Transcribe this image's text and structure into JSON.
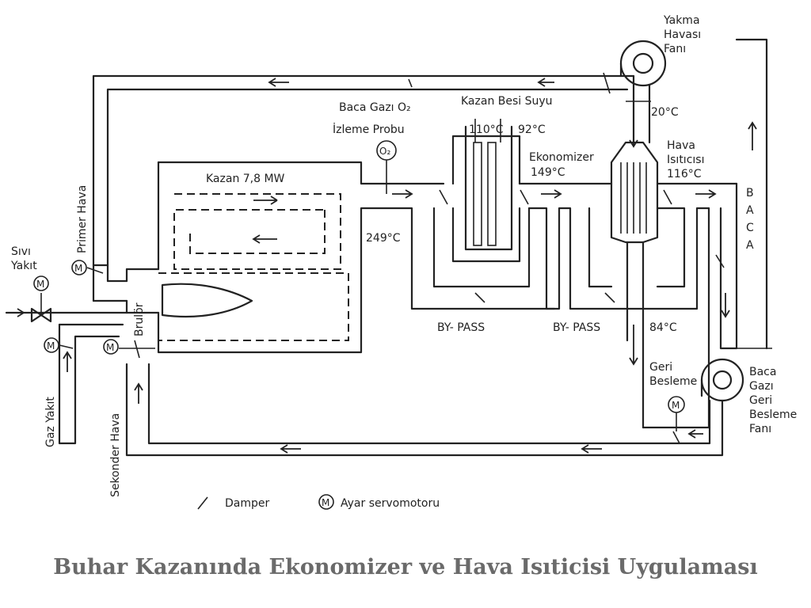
{
  "labels": {
    "yakma_havasi_fani": [
      "Yakma",
      "Havası",
      "Fanı"
    ],
    "temp_20": "20°C",
    "kazan_besi_suyu": "Kazan Besi Suyu",
    "baca_gazi_o2": "Baca Gazı O₂",
    "izleme_probu": "İzleme Probu",
    "temp_110": "110°C",
    "temp_92": "92°C",
    "ekonomizer": "Ekonomizer",
    "temp_149": "149°C",
    "hava_isiticisi": [
      "Hava",
      "Isıtıcısı"
    ],
    "temp_116": "116°C",
    "kazan": "Kazan   7,8 MW",
    "temp_249": "249°C",
    "baca": [
      "B",
      "A",
      "C",
      "A"
    ],
    "primer_hava": "Primer Hava",
    "sivi_yakit": [
      "Sıvı",
      "Yakıt"
    ],
    "brulor": "Brulör",
    "by_pass_1": "BY- PASS",
    "by_pass_2": "BY- PASS",
    "temp_84": "84°C",
    "geri_besleme": [
      "Geri",
      "Besleme"
    ],
    "baca_gazi_geri_besleme_fani": [
      "Baca",
      "Gazı",
      "Geri",
      "Besleme",
      "Fanı"
    ],
    "gaz_yakit": "Gaz Yakıt",
    "sekonder_hava": "Sekonder Hava",
    "motor_symbol": "M",
    "o2_symbol": "O₂"
  },
  "legend": {
    "damper": "Damper",
    "servo": "Ayar servomotoru"
  },
  "caption": "Buhar Kazanında Ekonomizer ve Hava Isıticisi Uygulaması"
}
